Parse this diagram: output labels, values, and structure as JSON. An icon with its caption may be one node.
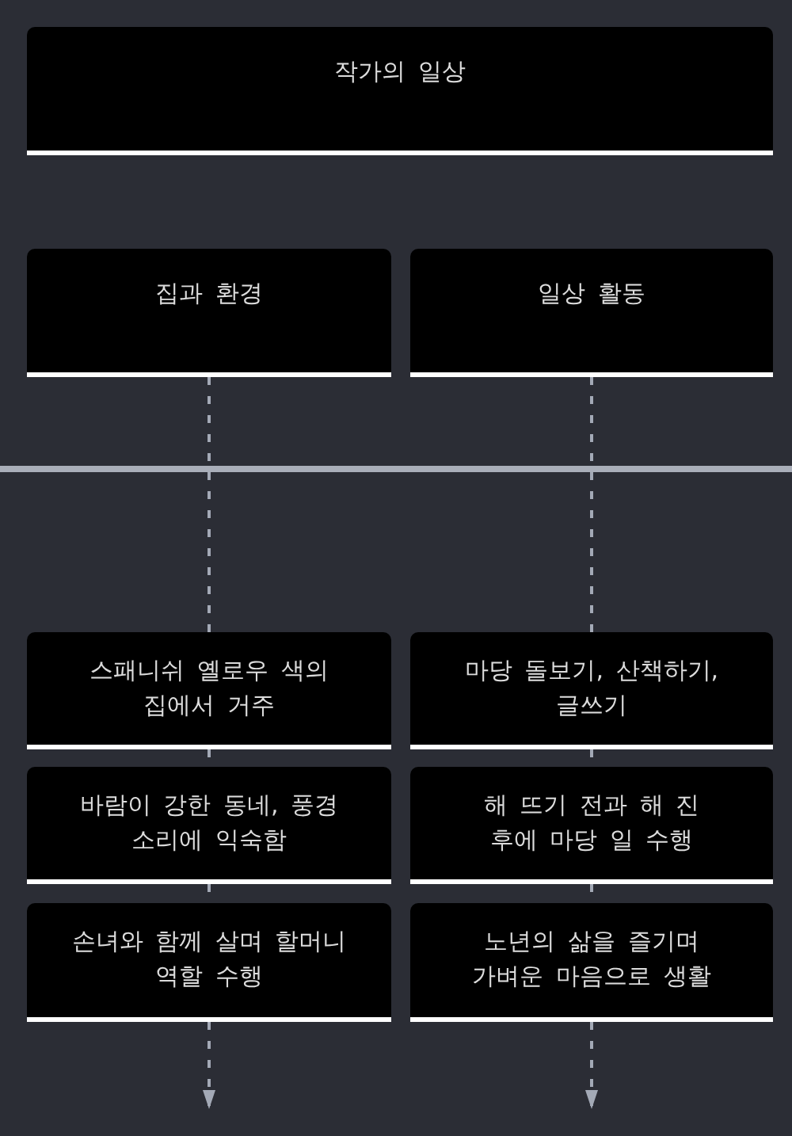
{
  "diagram": {
    "nodes": [
      {
        "text": [
          "작가의 일상"
        ]
      },
      {
        "text": [
          "집과 환경"
        ]
      },
      {
        "text": [
          "일상 활동"
        ]
      },
      {
        "text": [
          "스패니쉬 옐로우 색의 집에서 거주"
        ]
      },
      {
        "text": [
          "마당 돌보기, 산책하기, 글쓰기"
        ]
      },
      {
        "text": [
          "바람이 강한 동네, 풍경 소리에 익숙함"
        ]
      },
      {
        "text": [
          "해 뜨기 전과 해 진 후에 마당 일 수행"
        ]
      },
      {
        "text": [
          "손녀와 함께 살며 할머니 역할 수행"
        ]
      },
      {
        "text": [
          "노년의 삶을 즐기며 가벼운 마음으로 생활"
        ]
      }
    ],
    "edges": [
      {
        "from": 1,
        "to": 3,
        "arrow": "none",
        "style": "dashed"
      },
      {
        "from": 3,
        "to": 5,
        "arrow": "none",
        "style": "dashed"
      },
      {
        "from": 5,
        "to": 7,
        "arrow": "none",
        "style": "dashed"
      },
      {
        "from": 7,
        "to": null,
        "arrow": "to",
        "style": "dashed"
      },
      {
        "from": 2,
        "to": 4,
        "arrow": "none",
        "style": "dashed"
      },
      {
        "from": 4,
        "to": 6,
        "arrow": "none",
        "style": "dashed"
      },
      {
        "from": 6,
        "to": 8,
        "arrow": "none",
        "style": "dashed"
      },
      {
        "from": 8,
        "to": null,
        "arrow": "to",
        "style": "dashed"
      }
    ]
  }
}
